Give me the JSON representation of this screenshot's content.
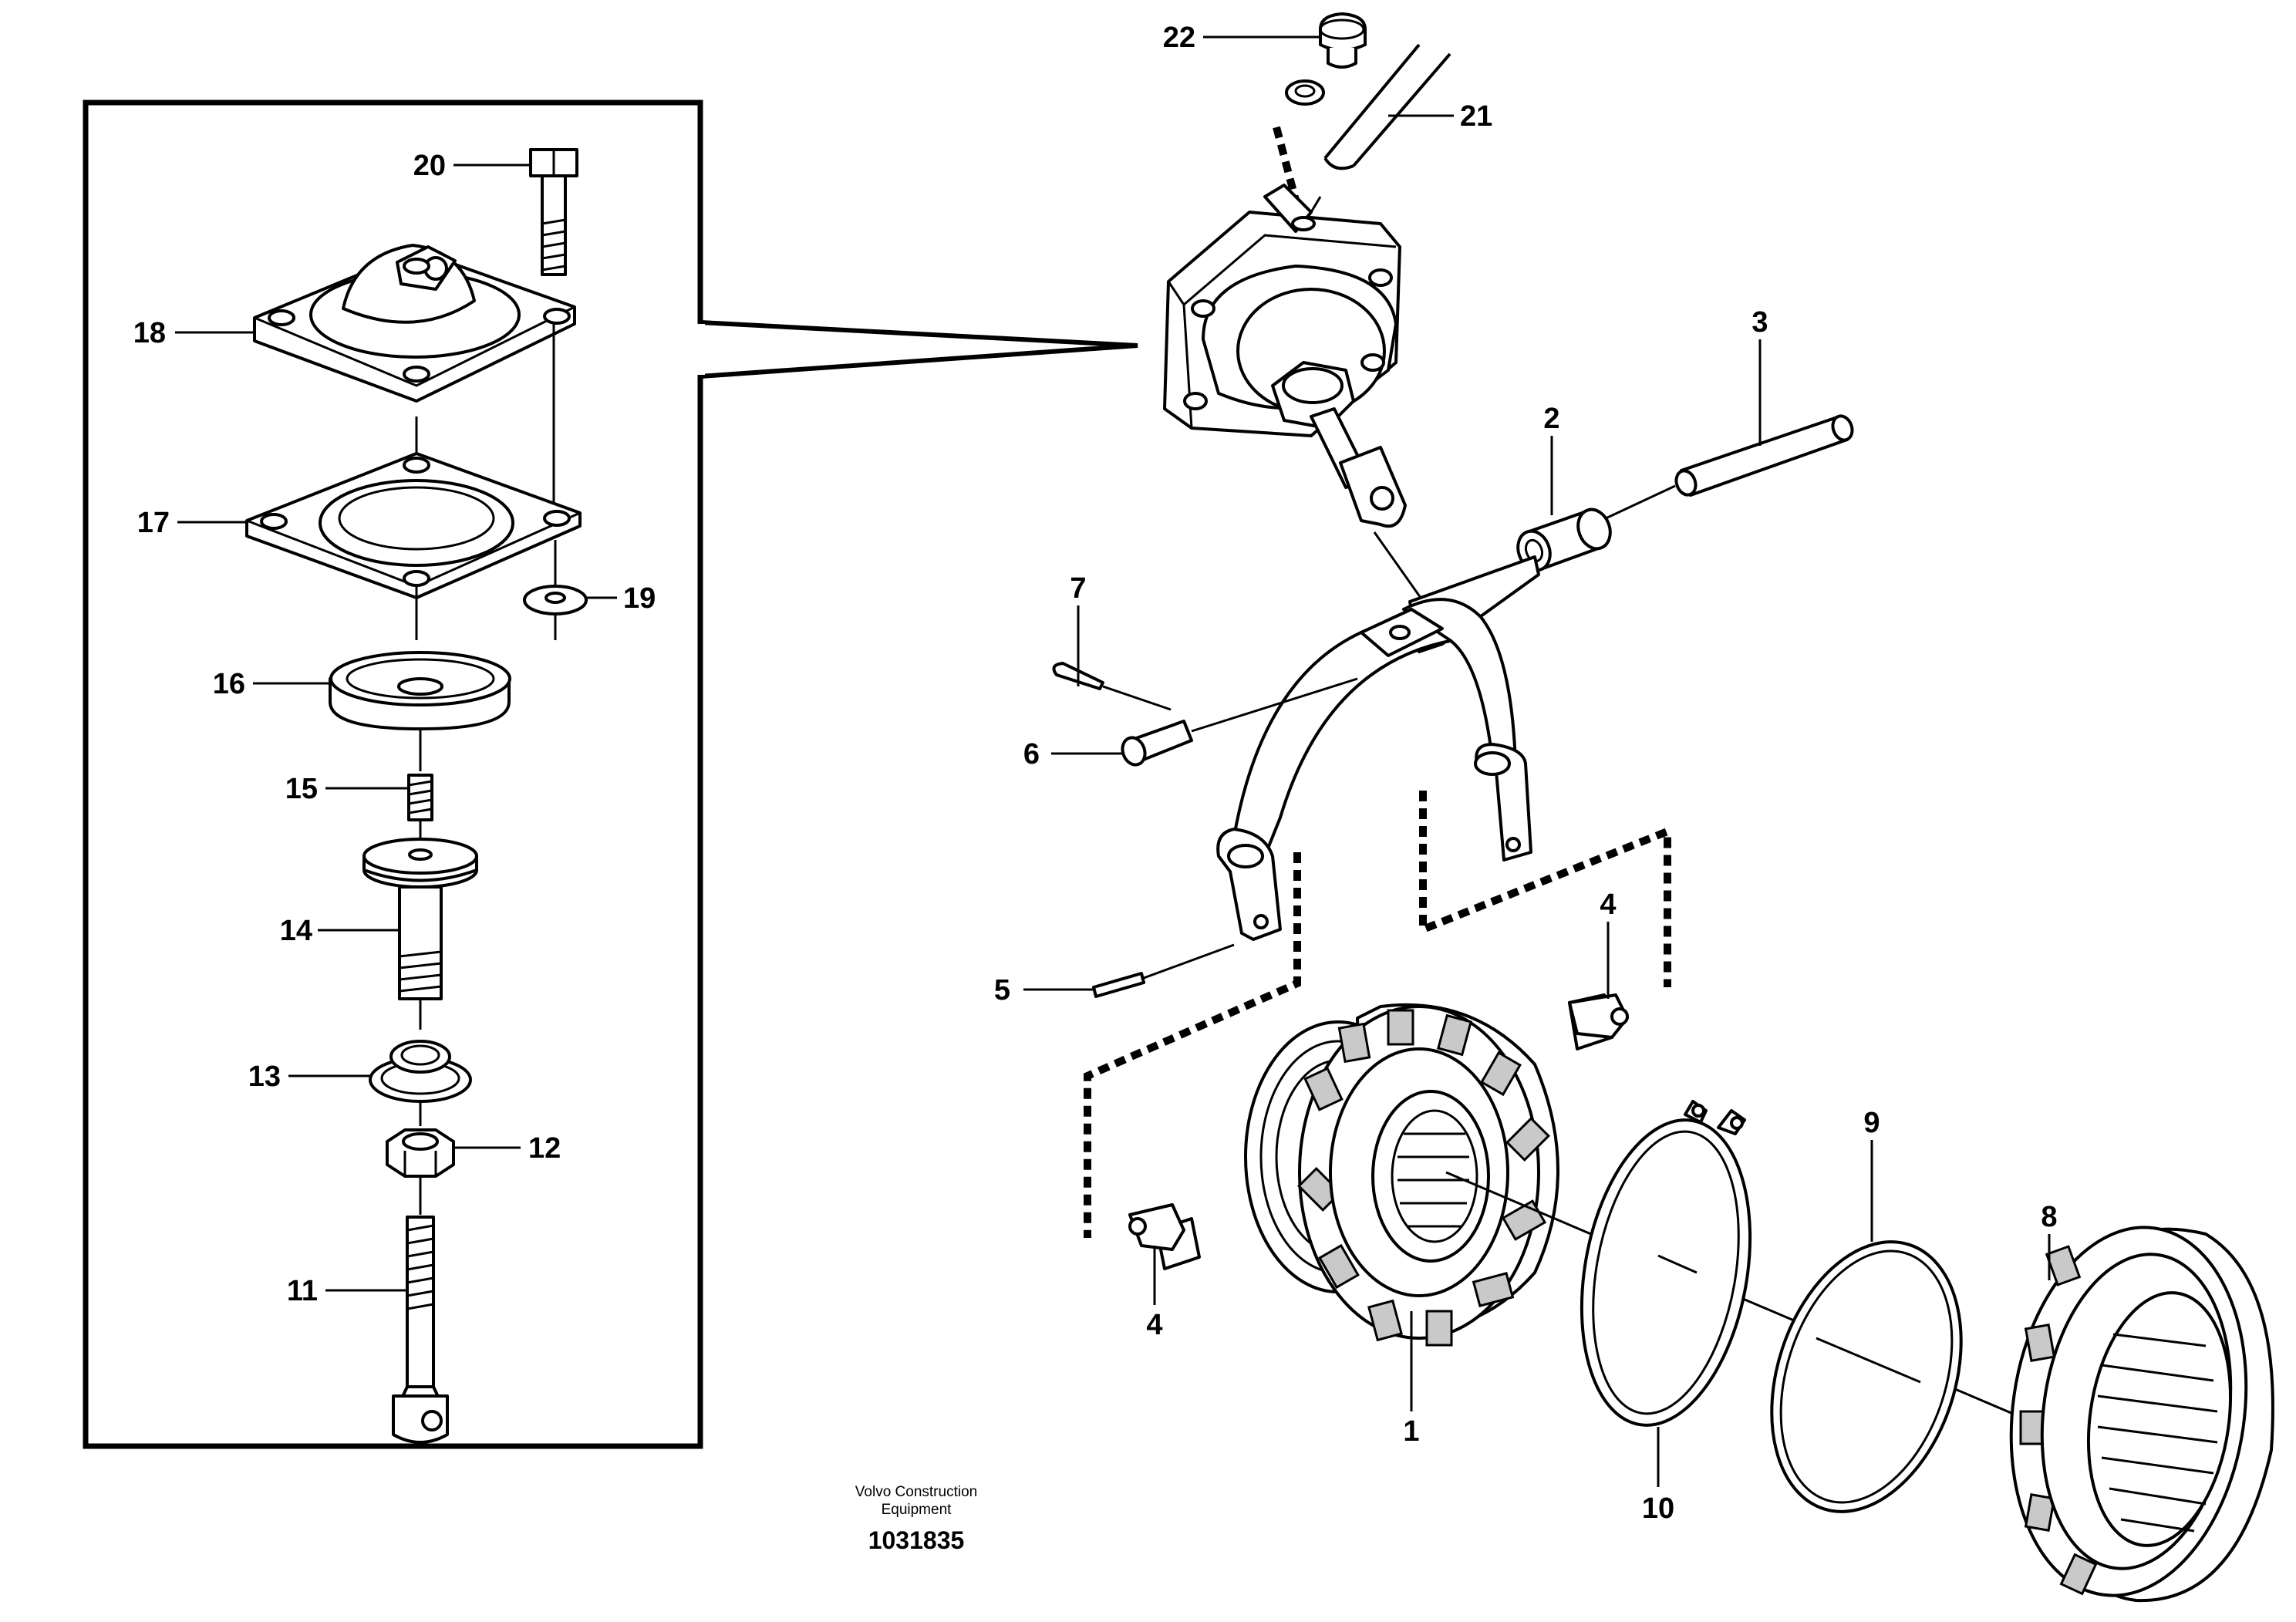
{
  "credit": {
    "line1": "Volvo Construction",
    "line2": "Equipment"
  },
  "document_number": "1031835",
  "callouts": {
    "c1": "1",
    "c2": "2",
    "c3": "3",
    "c4a": "4",
    "c4b": "4",
    "c5": "5",
    "c6": "6",
    "c7": "7",
    "c8": "8",
    "c9": "9",
    "c10": "10",
    "c11": "11",
    "c12": "12",
    "c13": "13",
    "c14": "14",
    "c15": "15",
    "c16": "16",
    "c17": "17",
    "c18": "18",
    "c19": "19",
    "c20": "20",
    "c21": "21",
    "c22": "22"
  }
}
